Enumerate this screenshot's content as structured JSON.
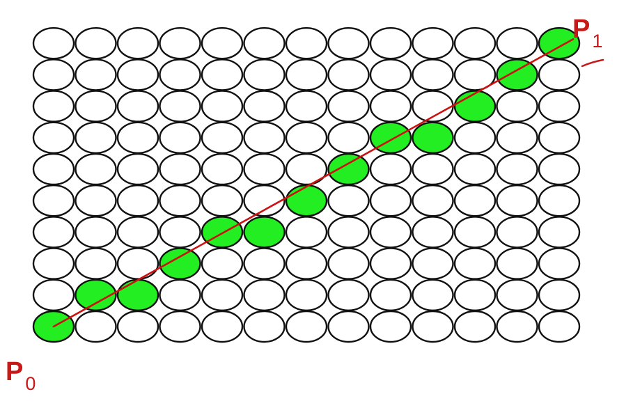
{
  "grid": {
    "columns": 13,
    "rows": 10
  },
  "line_start_label": {
    "letter": "P",
    "subscript": "0"
  },
  "line_end_label": {
    "letter": "P",
    "subscript": "1"
  },
  "lit_pixels": [
    {
      "col": 0,
      "row": 0
    },
    {
      "col": 1,
      "row": 1
    },
    {
      "col": 2,
      "row": 1
    },
    {
      "col": 3,
      "row": 2
    },
    {
      "col": 4,
      "row": 3
    },
    {
      "col": 5,
      "row": 3
    },
    {
      "col": 6,
      "row": 4
    },
    {
      "col": 7,
      "row": 5
    },
    {
      "col": 8,
      "row": 6
    },
    {
      "col": 9,
      "row": 6
    },
    {
      "col": 10,
      "row": 7
    },
    {
      "col": 11,
      "row": 8
    },
    {
      "col": 12,
      "row": 9
    }
  ],
  "colors": {
    "lit_pixel": "#22ee22",
    "unlit_pixel": "#ffffff",
    "pixel_outline": "#111111",
    "line": "#cc1111",
    "label": "#c81818"
  }
}
